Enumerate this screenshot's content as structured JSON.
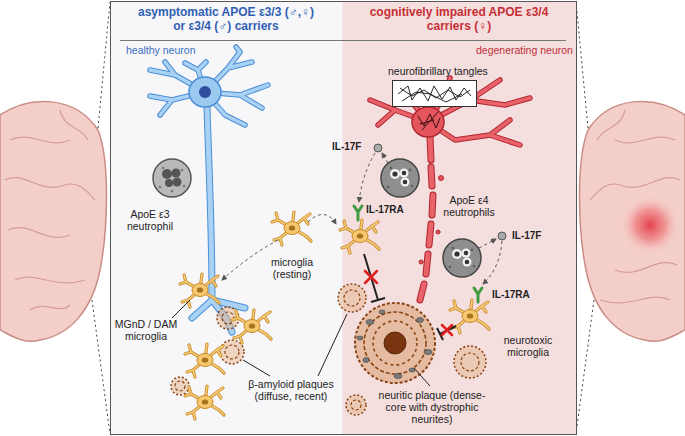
{
  "diagram": {
    "nodes": [
      {
        "text": [
          "asymptomatic APOE ε3/3 (♂,♀) or ε3/4 (♂) carriers"
        ]
      },
      {
        "text": [
          "cognitively impaired APOE ε3/4 carriers (♀)"
        ]
      }
    ],
    "labels": [
      "healthy neuron",
      "neurofibrillary tangles",
      "degenerating neuron",
      "IL-17F",
      "ApoE ε4 neutrophils",
      "IL-17RA",
      "ApoE ε3 neutrophil",
      "microglia (resting)",
      "IL-17F",
      "IL-17RA",
      "MGnD / DAM microglia",
      "neurotoxic microglia",
      "β-amyloid plaques (diffuse, recent)",
      "neuritic plaque (dense-core with dystrophic neurites)"
    ]
  }
}
